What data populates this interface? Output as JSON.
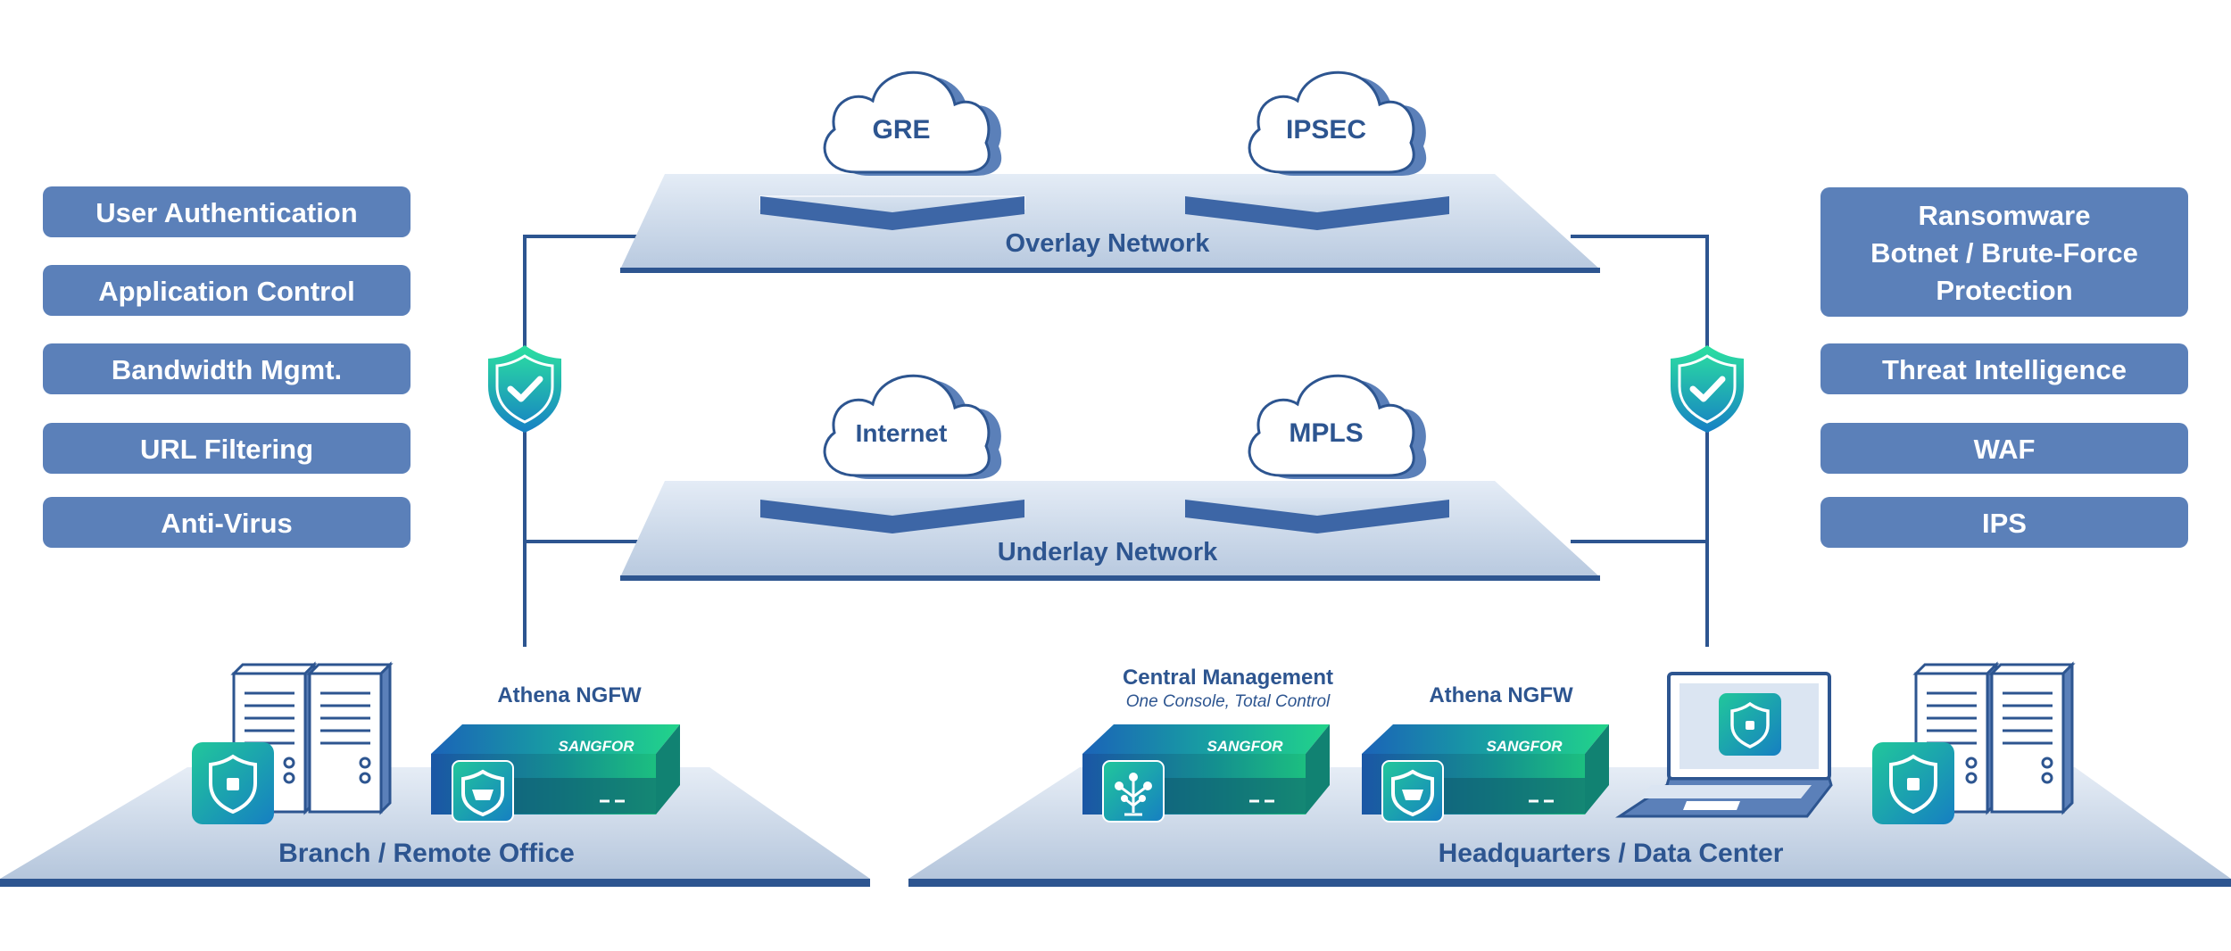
{
  "left_features": [
    "User Authentication",
    "Application Control",
    "Bandwidth Mgmt.",
    "URL Filtering",
    "Anti-Virus"
  ],
  "right_features": {
    "ransomware_lines": [
      "Ransomware",
      "Botnet / Brute-Force",
      "Protection"
    ],
    "items": [
      "Threat Intelligence",
      "WAF",
      "IPS"
    ]
  },
  "overlay": {
    "label": "Overlay Network",
    "clouds": [
      "GRE",
      "IPSEC"
    ]
  },
  "underlay": {
    "label": "Underlay Network",
    "clouds": [
      "Internet",
      "MPLS"
    ]
  },
  "branch": {
    "label": "Branch / Remote Office",
    "device_label": "Athena NGFW",
    "brand": "SANGFOR"
  },
  "hq": {
    "label": "Headquarters / Data Center",
    "central_title": "Central Management",
    "central_subtitle": "One Console, Total Control",
    "device_label": "Athena NGFW",
    "brand": "SANGFOR"
  },
  "colors": {
    "pill": "#5b80b9",
    "dark_blue": "#2d5590",
    "platform_top": "#c5d3e5",
    "teal": "#16a58c",
    "green": "#1fd38c"
  }
}
